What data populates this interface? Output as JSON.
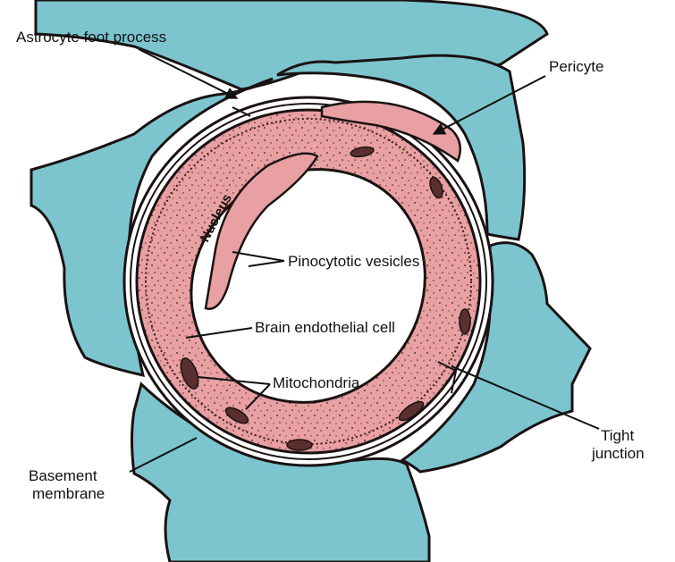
{
  "diagram": {
    "colors": {
      "astrocyte": "#7cc5cf",
      "endothelium": "#e8a0a2",
      "outline": "#1a1212",
      "background": "#ffffff"
    },
    "labels": {
      "astrocyte_foot_process": "Astrocyte foot process",
      "pericyte": "Pericyte",
      "nucleus": "Nucleus",
      "pinocytotic_vesicles": "Pinocytotic vesicles",
      "brain_endothelial_cell": "Brain endothelial cell",
      "mitochondria": "Mitochondria",
      "basement_membrane": [
        "Basement",
        "membrane"
      ],
      "tight_junction": [
        "Tight",
        "junction"
      ]
    }
  }
}
